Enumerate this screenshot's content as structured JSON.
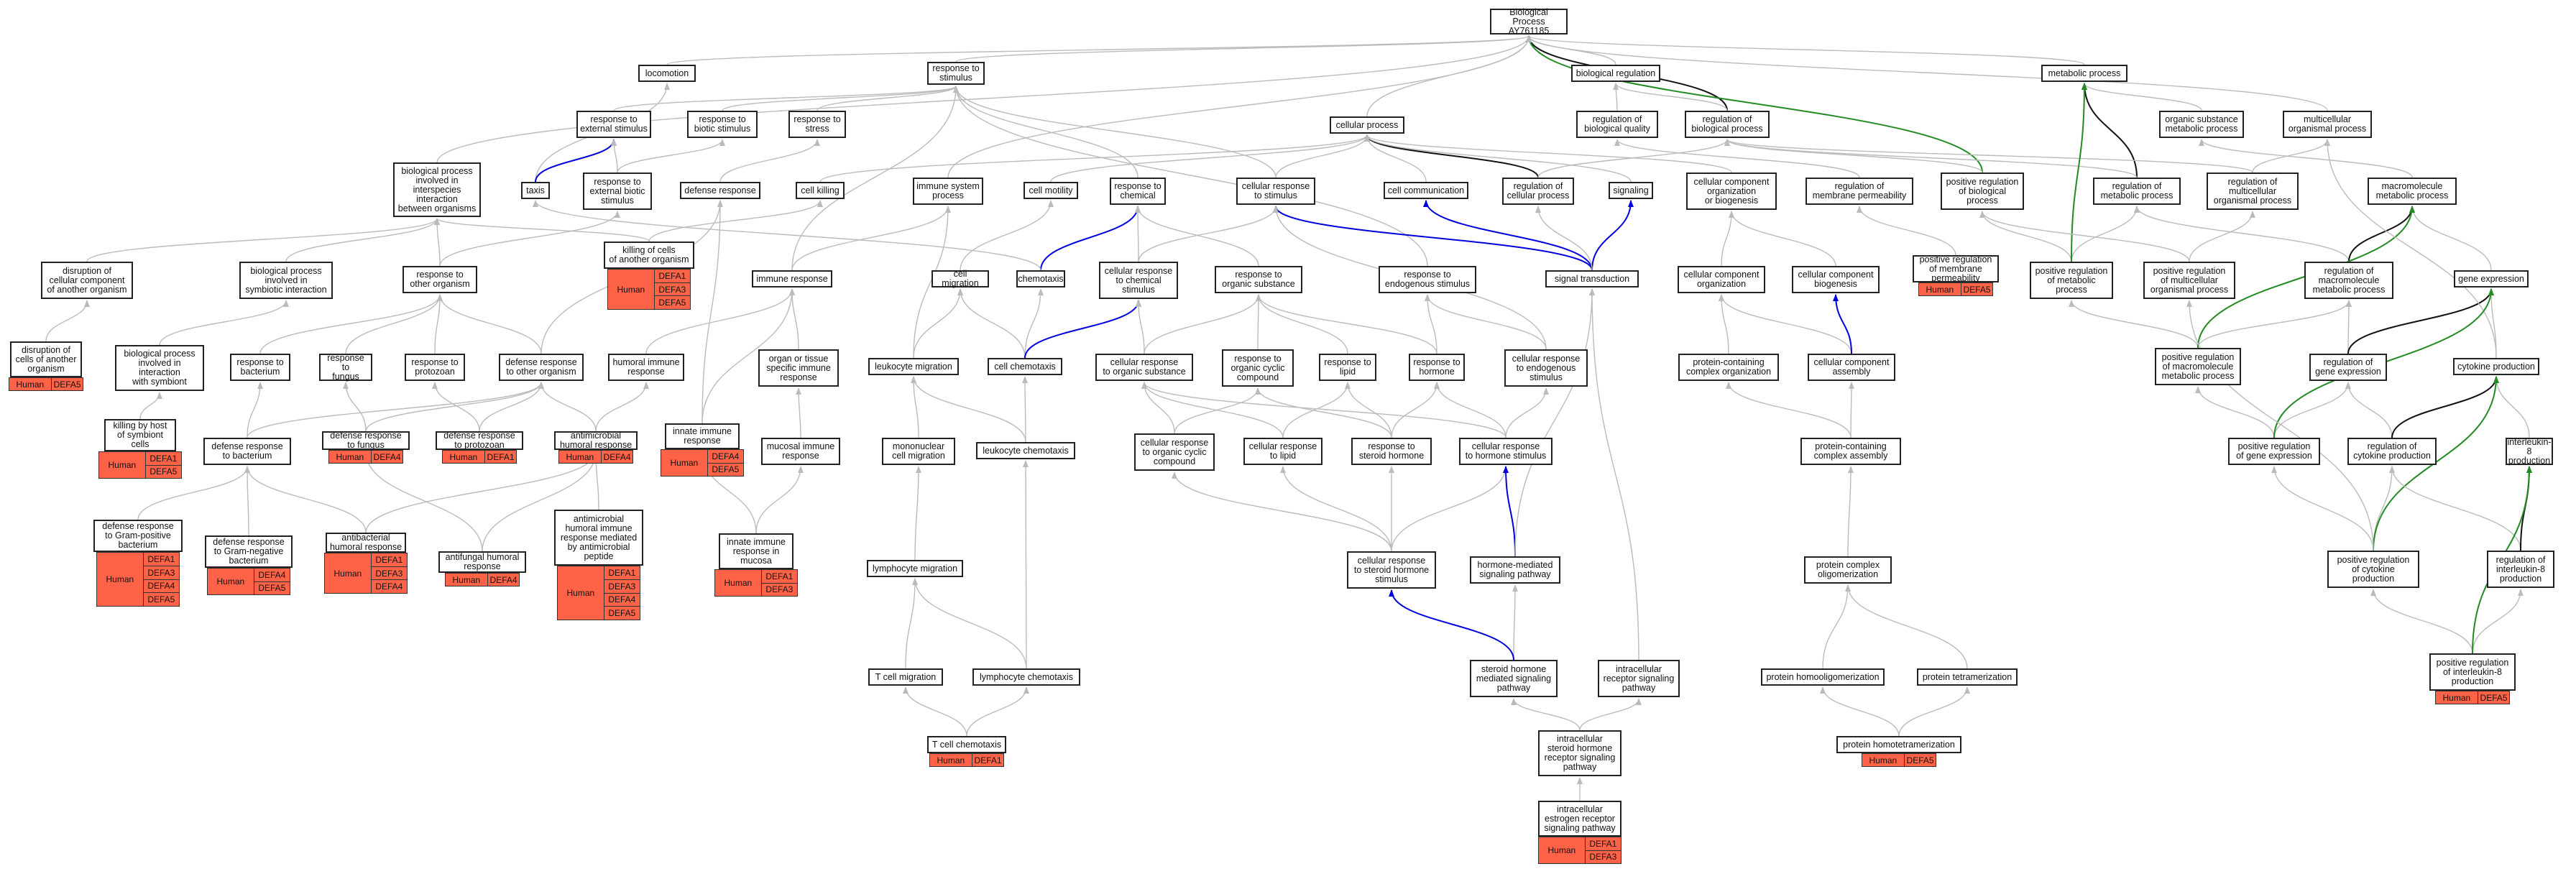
{
  "nodes": [
    {
      "id": "bp",
      "label": "Biological Process\nAY761185",
      "interactable": true
    },
    {
      "id": "metabolic_process",
      "label": "metabolic process",
      "interactable": true
    },
    {
      "id": "locomotion",
      "label": "locomotion",
      "interactable": true
    },
    {
      "id": "response_to_stimulus",
      "label": "response to\nstimulus",
      "interactable": true
    },
    {
      "id": "biological_regulation",
      "label": "biological regulation",
      "interactable": true
    },
    {
      "id": "cellular_process",
      "label": "cellular process",
      "interactable": true
    },
    {
      "id": "regulation_biological_quality",
      "label": "regulation of\nbiological quality",
      "interactable": true
    },
    {
      "id": "regulation_biological_process",
      "label": "regulation of\nbiological process",
      "interactable": true
    },
    {
      "id": "organic_substance_metabolic",
      "label": "organic substance\nmetabolic process",
      "interactable": true
    },
    {
      "id": "multicellular_organismal_process",
      "label": "multicellular\norganismal process",
      "interactable": true
    },
    {
      "id": "response_external_stimulus",
      "label": "response to\nexternal stimulus",
      "interactable": true
    },
    {
      "id": "response_biotic_stimulus",
      "label": "response to\nbiotic stimulus",
      "interactable": true
    },
    {
      "id": "response_to_stress",
      "label": "response to\nstress",
      "interactable": true
    },
    {
      "id": "bp_interspecies",
      "label": "biological process\ninvolved in\ninterspecies\ninteraction\nbetween organisms",
      "interactable": true
    },
    {
      "id": "taxis",
      "label": "taxis",
      "interactable": true
    },
    {
      "id": "response_external_biotic",
      "label": "response to\nexternal biotic\nstimulus",
      "interactable": true
    },
    {
      "id": "defense_response",
      "label": "defense response",
      "interactable": true
    },
    {
      "id": "cell_killing",
      "label": "cell killing",
      "interactable": true
    },
    {
      "id": "immune_system_process",
      "label": "immune system\nprocess",
      "interactable": true
    },
    {
      "id": "cell_motility",
      "label": "cell motility",
      "interactable": true
    },
    {
      "id": "response_to_chemical",
      "label": "response to\nchemical",
      "interactable": true
    },
    {
      "id": "cellular_response_stimulus",
      "label": "cellular response\nto stimulus",
      "interactable": true
    },
    {
      "id": "cell_communication",
      "label": "cell communication",
      "interactable": true
    },
    {
      "id": "regulation_cellular_process",
      "label": "regulation of\ncellular process",
      "interactable": true
    },
    {
      "id": "signaling",
      "label": "signaling",
      "interactable": true
    },
    {
      "id": "cellular_component_org_biogenesis",
      "label": "cellular component\norganization\nor biogenesis",
      "interactable": true
    },
    {
      "id": "regulation_membrane_permeability",
      "label": "regulation of\nmembrane permeability",
      "interactable": true
    },
    {
      "id": "pos_reg_biological_process",
      "label": "positive regulation\nof biological\nprocess",
      "interactable": true
    },
    {
      "id": "regulation_metabolic_process",
      "label": "regulation of\nmetabolic process",
      "interactable": true
    },
    {
      "id": "regulation_multicellular",
      "label": "regulation of\nmulticellular\norganismal process",
      "interactable": true
    },
    {
      "id": "macromolecule_metabolic",
      "label": "macromolecule\nmetabolic process",
      "interactable": true
    },
    {
      "id": "disruption_cellular_component",
      "label": "disruption of\ncellular component\nof another organism",
      "interactable": true
    },
    {
      "id": "bp_symbiotic",
      "label": "biological process\ninvolved in\nsymbiotic interaction",
      "interactable": true
    },
    {
      "id": "response_other_organism",
      "label": "response to\nother organism",
      "interactable": true
    },
    {
      "id": "killing_cells",
      "label": "killing of cells\nof another organism",
      "interactable": true
    },
    {
      "id": "immune_response",
      "label": "immune response",
      "interactable": true
    },
    {
      "id": "cell_migration",
      "label": "cell migration",
      "interactable": true
    },
    {
      "id": "chemotaxis",
      "label": "chemotaxis",
      "interactable": true
    },
    {
      "id": "cellular_response_chemical",
      "label": "cellular response\nto chemical\nstimulus",
      "interactable": true
    },
    {
      "id": "response_organic_substance",
      "label": "response to\norganic substance",
      "interactable": true
    },
    {
      "id": "response_endogenous",
      "label": "response to\nendogenous stimulus",
      "interactable": true
    },
    {
      "id": "signal_transduction",
      "label": "signal transduction",
      "interactable": true
    },
    {
      "id": "cellular_component_organization",
      "label": "cellular component\norganization",
      "interactable": true
    },
    {
      "id": "cellular_component_biogenesis",
      "label": "cellular component\nbiogenesis",
      "interactable": true
    },
    {
      "id": "pos_reg_membrane_permeability",
      "label": "positive regulation\nof membrane\npermeability",
      "interactable": true
    },
    {
      "id": "pos_reg_metabolic",
      "label": "positive regulation\nof metabolic\nprocess",
      "interactable": true
    },
    {
      "id": "pos_reg_multicellular",
      "label": "positive regulation\nof multicellular\norganismal process",
      "interactable": true
    },
    {
      "id": "reg_macromolecule_metabolic",
      "label": "regulation of\nmacromolecule\nmetabolic process",
      "interactable": true
    },
    {
      "id": "gene_expression",
      "label": "gene expression",
      "interactable": true
    },
    {
      "id": "disruption_cells",
      "label": "disruption of\ncells of another\norganism",
      "interactable": true
    },
    {
      "id": "bp_interaction_symbiont",
      "label": "biological process\ninvolved in\ninteraction\nwith symbiont",
      "interactable": true
    },
    {
      "id": "response_to_bacterium",
      "label": "response to\nbacterium",
      "interactable": true
    },
    {
      "id": "response_to_fungus",
      "label": "response to\nfungus",
      "interactable": true
    },
    {
      "id": "response_to_protozoan",
      "label": "response to\nprotozoan",
      "interactable": true
    },
    {
      "id": "defense_response_other",
      "label": "defense response\nto other organism",
      "interactable": true
    },
    {
      "id": "humoral_immune_response",
      "label": "humoral immune\nresponse",
      "interactable": true
    },
    {
      "id": "organ_tissue_immune",
      "label": "organ or tissue\nspecific immune\nresponse",
      "interactable": true
    },
    {
      "id": "leukocyte_migration",
      "label": "leukocyte migration",
      "interactable": true
    },
    {
      "id": "cell_chemotaxis",
      "label": "cell chemotaxis",
      "interactable": true
    },
    {
      "id": "cellular_response_organic",
      "label": "cellular response\nto organic substance",
      "interactable": true
    },
    {
      "id": "response_organic_cyclic",
      "label": "response to\norganic cyclic\ncompound",
      "interactable": true
    },
    {
      "id": "response_to_lipid",
      "label": "response to\nlipid",
      "interactable": true
    },
    {
      "id": "response_to_hormone",
      "label": "response to\nhormone",
      "interactable": true
    },
    {
      "id": "cellular_response_endogenous",
      "label": "cellular response\nto endogenous\nstimulus",
      "interactable": true
    },
    {
      "id": "protein_containing_org",
      "label": "protein-containing\ncomplex organization",
      "interactable": true
    },
    {
      "id": "cellular_component_assembly",
      "label": "cellular component\nassembly",
      "interactable": true
    },
    {
      "id": "pos_reg_macromolecule",
      "label": "positive regulation\nof macromolecule\nmetabolic process",
      "interactable": true
    },
    {
      "id": "regulation_gene_expression",
      "label": "regulation of\ngene expression",
      "interactable": true
    },
    {
      "id": "cytokine_production",
      "label": "cytokine production",
      "interactable": true
    },
    {
      "id": "killing_by_host",
      "label": "killing by host\nof symbiont\ncells",
      "interactable": true
    },
    {
      "id": "defense_response_bacterium",
      "label": "defense response\nto bacterium",
      "interactable": true
    },
    {
      "id": "defense_response_fungus",
      "label": "defense response\nto fungus",
      "interactable": true
    },
    {
      "id": "defense_response_protozoan",
      "label": "defense response\nto protozoan",
      "interactable": true
    },
    {
      "id": "antimicrobial_humoral",
      "label": "antimicrobial\nhumoral response",
      "interactable": true
    },
    {
      "id": "innate_immune_response",
      "label": "innate immune\nresponse",
      "interactable": true
    },
    {
      "id": "mucosal_immune_response",
      "label": "mucosal immune\nresponse",
      "interactable": true
    },
    {
      "id": "mononuclear_cell_migration",
      "label": "mononuclear\ncell migration",
      "interactable": true
    },
    {
      "id": "leukocyte_chemotaxis",
      "label": "leukocyte chemotaxis",
      "interactable": true
    },
    {
      "id": "cellular_response_organic_cyclic",
      "label": "cellular response\nto organic cyclic\ncompound",
      "interactable": true
    },
    {
      "id": "cellular_response_lipid",
      "label": "cellular response\nto lipid",
      "interactable": true
    },
    {
      "id": "response_steroid_hormone",
      "label": "response to\nsteroid hormone",
      "interactable": true
    },
    {
      "id": "cellular_response_hormone",
      "label": "cellular response\nto hormone stimulus",
      "interactable": true
    },
    {
      "id": "protein_containing_assembly",
      "label": "protein-containing\ncomplex assembly",
      "interactable": true
    },
    {
      "id": "pos_reg_gene_expression",
      "label": "positive regulation\nof gene expression",
      "interactable": true
    },
    {
      "id": "regulation_cytokine",
      "label": "regulation of\ncytokine production",
      "interactable": true
    },
    {
      "id": "interleukin8_production",
      "label": "interleukin-8\nproduction",
      "interactable": true
    },
    {
      "id": "defense_gram_positive",
      "label": "defense response\nto Gram-positive\nbacterium",
      "interactable": true
    },
    {
      "id": "defense_gram_negative",
      "label": "defense response\nto Gram-negative\nbacterium",
      "interactable": true
    },
    {
      "id": "antibacterial_humoral",
      "label": "antibacterial\nhumoral response",
      "interactable": true
    },
    {
      "id": "antifungal_humoral",
      "label": "antifungal humoral\nresponse",
      "interactable": true
    },
    {
      "id": "antimicrobial_peptide",
      "label": "antimicrobial\nhumoral immune\nresponse mediated\nby antimicrobial\npeptide",
      "interactable": true
    },
    {
      "id": "innate_immune_mucosa",
      "label": "innate immune\nresponse in\nmucosa",
      "interactable": true
    },
    {
      "id": "lymphocyte_migration",
      "label": "lymphocyte migration",
      "interactable": true
    },
    {
      "id": "cellular_response_steroid",
      "label": "cellular response\nto steroid hormone\nstimulus",
      "interactable": true
    },
    {
      "id": "hormone_mediated_signaling",
      "label": "hormone-mediated\nsignaling pathway",
      "interactable": true
    },
    {
      "id": "protein_complex_oligomerization",
      "label": "protein complex\noligomerization",
      "interactable": true
    },
    {
      "id": "pos_reg_cytokine",
      "label": "positive regulation\nof cytokine\nproduction",
      "interactable": true
    },
    {
      "id": "reg_interleukin8",
      "label": "regulation of\ninterleukin-8\nproduction",
      "interactable": true
    },
    {
      "id": "t_cell_migration",
      "label": "T cell migration",
      "interactable": true
    },
    {
      "id": "lymphocyte_chemotaxis",
      "label": "lymphocyte chemotaxis",
      "interactable": true
    },
    {
      "id": "steroid_hormone_signaling",
      "label": "steroid hormone\nmediated signaling\npathway",
      "interactable": true
    },
    {
      "id": "intracellular_receptor_signaling",
      "label": "intracellular\nreceptor signaling\npathway",
      "interactable": true
    },
    {
      "id": "protein_homooligomerization",
      "label": "protein homooligomerization",
      "interactable": true
    },
    {
      "id": "protein_tetramerization",
      "label": "protein tetramerization",
      "interactable": true
    },
    {
      "id": "pos_reg_interleukin8",
      "label": "positive regulation\nof interleukin-8\nproduction",
      "interactable": true
    },
    {
      "id": "t_cell_chemotaxis",
      "label": "T cell chemotaxis",
      "interactable": true
    },
    {
      "id": "intracellular_steroid_signaling",
      "label": "intracellular\nsteroid hormone\nreceptor signaling\npathway",
      "interactable": true
    },
    {
      "id": "protein_homotetramerization",
      "label": "protein homotetramerization",
      "interactable": true
    },
    {
      "id": "intracellular_estrogen_signaling",
      "label": "intracellular\nestrogen receptor\nsignaling pathway",
      "interactable": true
    }
  ],
  "annotations": [
    {
      "node": "killing_cells",
      "organism": "Human",
      "genes": [
        "DEFA1",
        "DEFA3",
        "DEFA5"
      ]
    },
    {
      "node": "pos_reg_membrane_permeability",
      "organism": "Human",
      "genes": [
        "DEFA5"
      ]
    },
    {
      "node": "disruption_cells",
      "organism": "Human",
      "genes": [
        "DEFA5"
      ]
    },
    {
      "node": "killing_by_host",
      "organism": "Human",
      "genes": [
        "DEFA1",
        "DEFA5"
      ]
    },
    {
      "node": "defense_response_fungus",
      "organism": "Human",
      "genes": [
        "DEFA4"
      ]
    },
    {
      "node": "defense_response_protozoan",
      "organism": "Human",
      "genes": [
        "DEFA1"
      ]
    },
    {
      "node": "antimicrobial_humoral",
      "organism": "Human",
      "genes": [
        "DEFA4"
      ]
    },
    {
      "node": "innate_immune_response",
      "organism": "Human",
      "genes": [
        "DEFA4",
        "DEFA5"
      ]
    },
    {
      "node": "defense_gram_positive",
      "organism": "Human",
      "genes": [
        "DEFA1",
        "DEFA3",
        "DEFA4",
        "DEFA5"
      ]
    },
    {
      "node": "defense_gram_negative",
      "organism": "Human",
      "genes": [
        "DEFA4",
        "DEFA5"
      ]
    },
    {
      "node": "antibacterial_humoral",
      "organism": "Human",
      "genes": [
        "DEFA1",
        "DEFA3",
        "DEFA4"
      ]
    },
    {
      "node": "antifungal_humoral",
      "organism": "Human",
      "genes": [
        "DEFA4"
      ]
    },
    {
      "node": "antimicrobial_peptide",
      "organism": "Human",
      "genes": [
        "DEFA1",
        "DEFA3",
        "DEFA4",
        "DEFA5"
      ]
    },
    {
      "node": "innate_immune_mucosa",
      "organism": "Human",
      "genes": [
        "DEFA1",
        "DEFA3"
      ]
    },
    {
      "node": "t_cell_chemotaxis",
      "organism": "Human",
      "genes": [
        "DEFA1"
      ]
    },
    {
      "node": "protein_homotetramerization",
      "organism": "Human",
      "genes": [
        "DEFA5"
      ]
    },
    {
      "node": "pos_reg_interleukin8",
      "organism": "Human",
      "genes": [
        "DEFA5"
      ]
    },
    {
      "node": "intracellular_estrogen_signaling",
      "organism": "Human",
      "genes": [
        "DEFA1",
        "DEFA3"
      ]
    }
  ],
  "edge_colors": {
    "is_a": "#bbbbbb",
    "part_of": "#0000dd",
    "regulates": "#111111",
    "positively_regulates": "#228b22"
  },
  "annotation_color": "#ff6347"
}
